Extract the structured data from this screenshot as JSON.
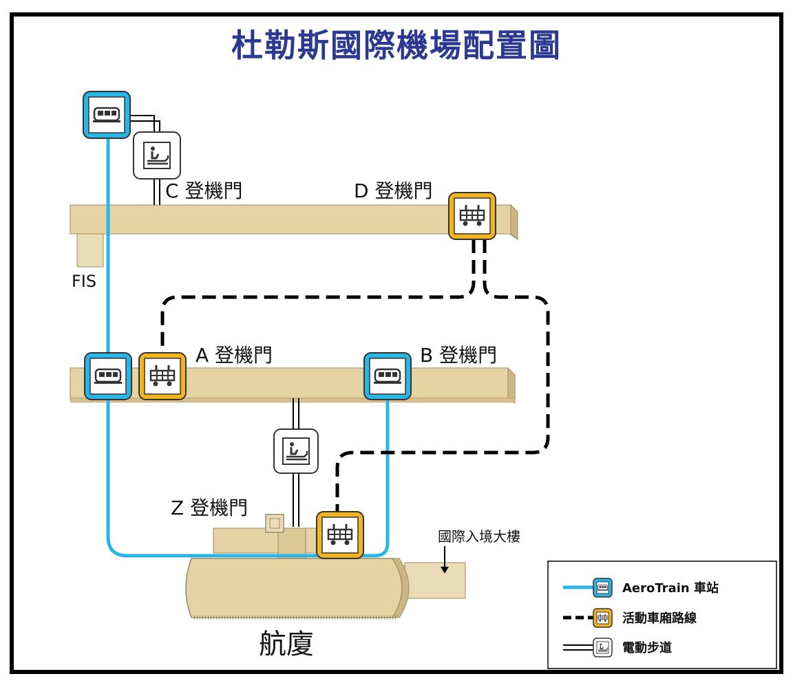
{
  "title": "杜勒斯國際機場配置圖",
  "colors": {
    "aerotrain": "#2bb5e5",
    "mobile_lounge": "#f3b51f",
    "concourse": "#e6d3a4",
    "title": "#2b3990"
  },
  "labels": {
    "concourse_c": "C 登機門",
    "concourse_d": "D 登機門",
    "concourse_a": "A 登機門",
    "concourse_b": "B 登機門",
    "concourse_z": "Z 登機門",
    "fis": "FIS",
    "intl_arrivals": "國際入境大樓",
    "main_terminal": "航廈"
  },
  "legend": {
    "aerotrain": "AeroTrain 車站",
    "mobile_lounge": "活動車廂路線",
    "walkway": "電動步道"
  },
  "icons": {
    "aerotrain_station": "train-icon",
    "mobile_lounge": "mobile-lounge-icon",
    "walkway": "moving-walkway-icon"
  }
}
